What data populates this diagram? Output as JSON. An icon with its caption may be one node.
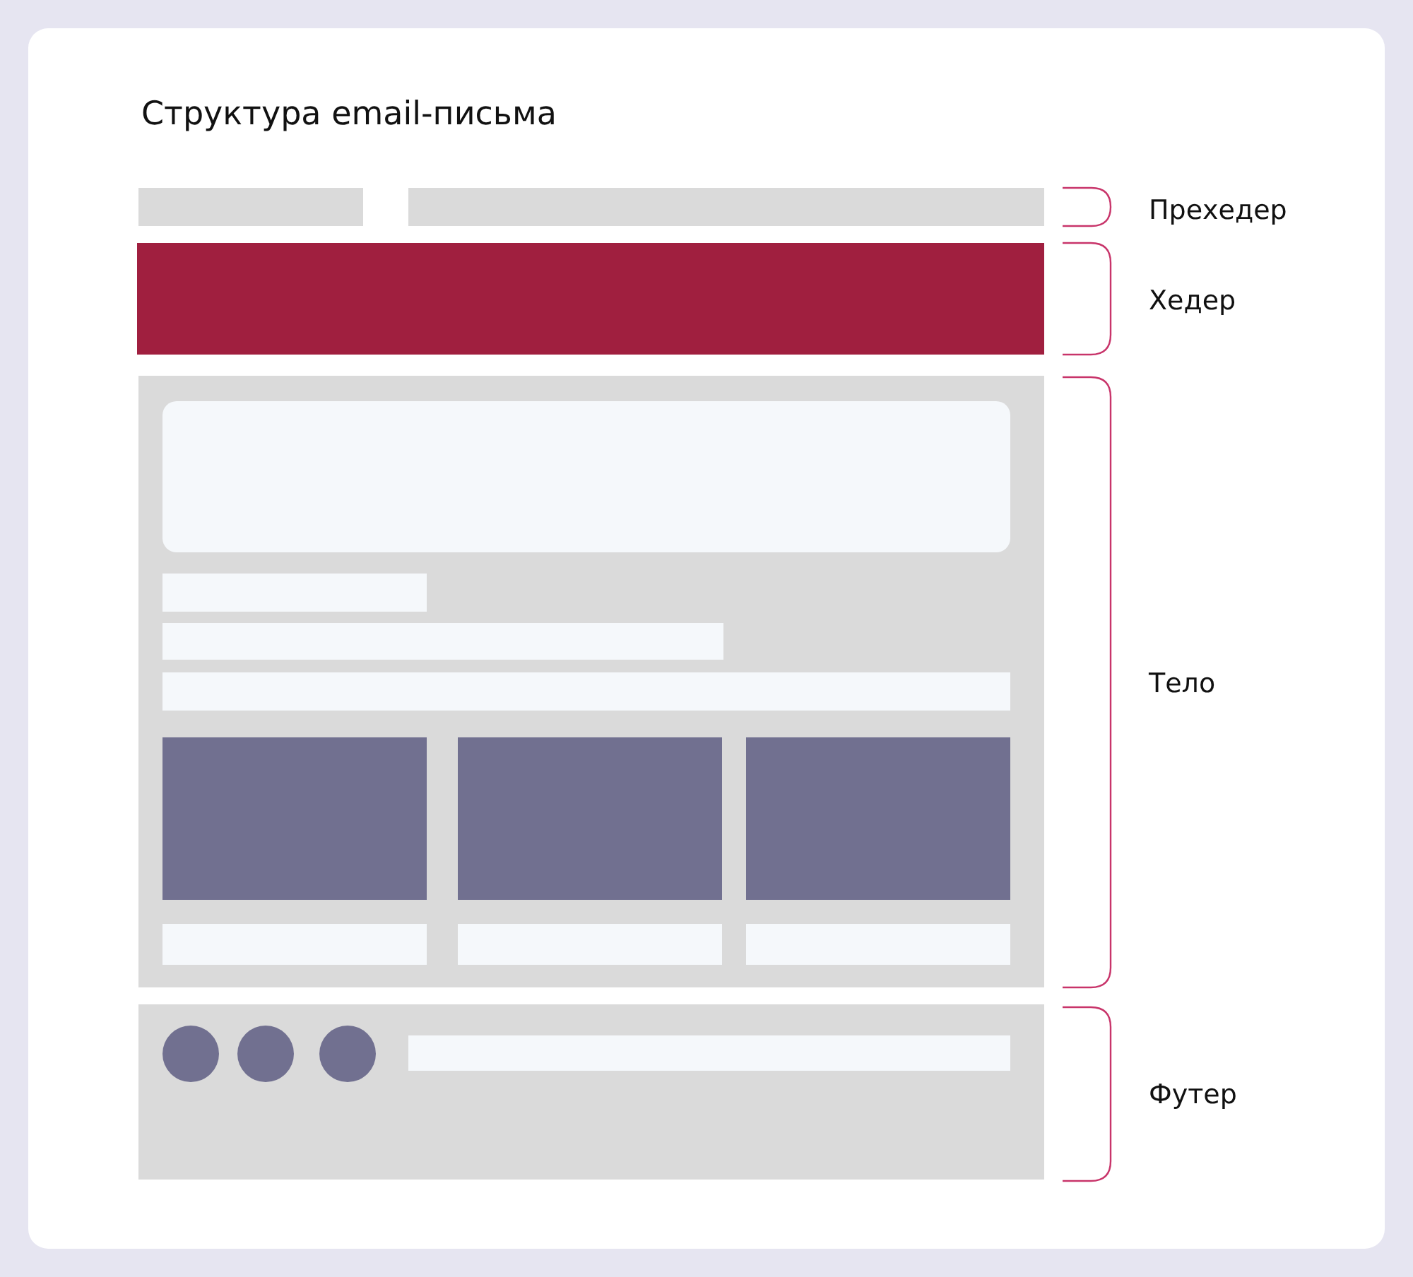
{
  "diagram": {
    "title": "Структура email-письма",
    "labels": [
      "Прехедер",
      "Хедер",
      "Тело",
      "Футер"
    ]
  }
}
